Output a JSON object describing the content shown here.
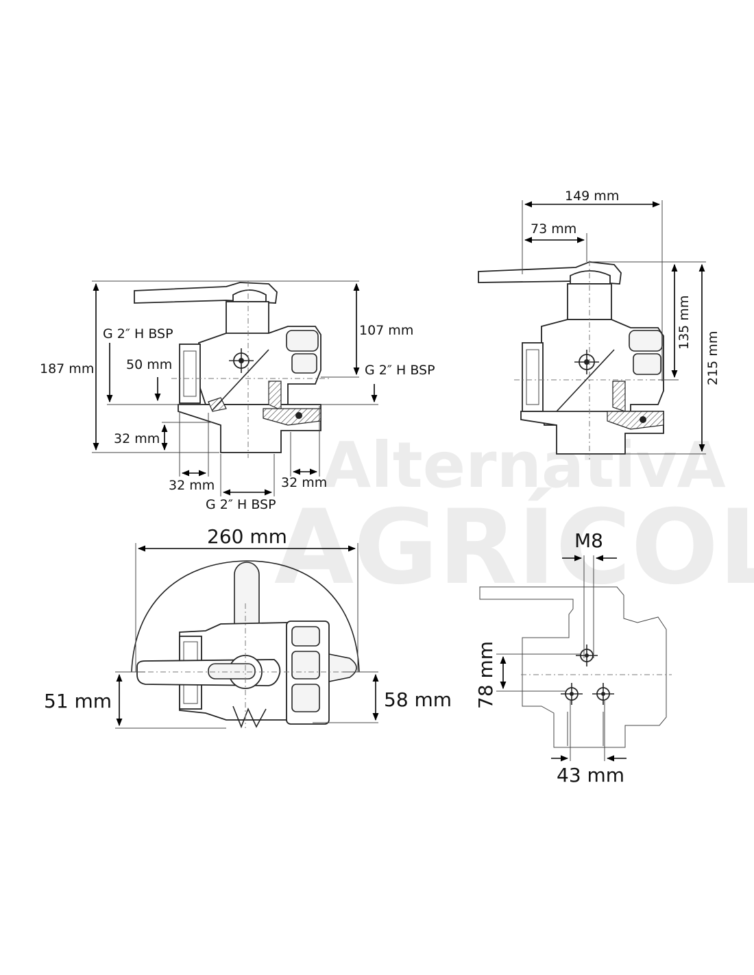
{
  "watermark": {
    "line1": "AlternativA",
    "line2": "AGRÍCOLA"
  },
  "front_view": {
    "height_total": "187 mm",
    "height_upper": "107 mm",
    "thread_left": "G 2″ H BSP",
    "thread_right": "G 2″ H BSP",
    "thread_bottom": "G 2″ H BSP",
    "offset_left": "50 mm",
    "bottom_height": "32 mm",
    "bottom_left_width": "32 mm",
    "bottom_right_width": "32 mm"
  },
  "side_view": {
    "width_total": "149 mm",
    "width_axis": "73 mm",
    "height_upper": "135 mm",
    "height_total": "215 mm"
  },
  "top_view": {
    "sweep_width": "260 mm",
    "left_height": "51 mm",
    "right_height": "58 mm"
  },
  "mount_view": {
    "bolt": "M8",
    "vertical_spacing": "78 mm",
    "horizontal_spacing": "43 mm"
  }
}
